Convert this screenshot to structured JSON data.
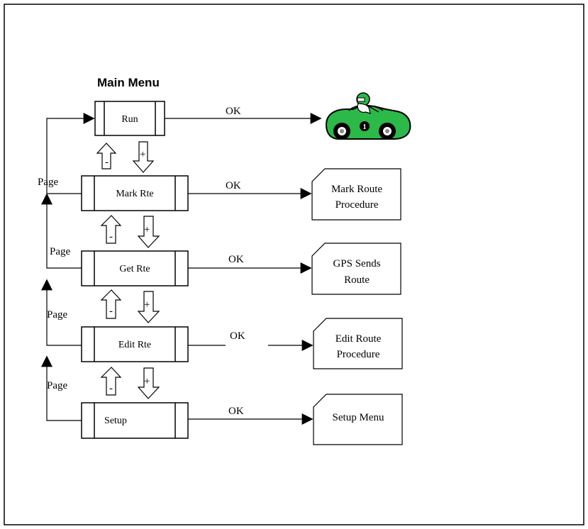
{
  "title": "Main Menu",
  "menu_items": [
    {
      "label": "Run"
    },
    {
      "label": "Mark Rte"
    },
    {
      "label": "Get Rte"
    },
    {
      "label": "Edit Rte"
    },
    {
      "label": "Setup"
    }
  ],
  "ok_labels": [
    "OK",
    "OK",
    "OK",
    "OK",
    "OK"
  ],
  "page_labels": [
    "Page",
    "Page",
    "Page",
    "Page"
  ],
  "minus_label": "-",
  "plus_label": "+",
  "destinations": [
    {
      "line1": "Mark Route",
      "line2": "Procedure"
    },
    {
      "line1": "GPS Sends",
      "line2": "Route"
    },
    {
      "line1": "Edit Route",
      "line2": "Procedure"
    },
    {
      "line1": "Setup Menu",
      "line2": ""
    }
  ],
  "car": {
    "icon": "race-car-icon",
    "number": "1",
    "body_color": "#2db84a"
  }
}
